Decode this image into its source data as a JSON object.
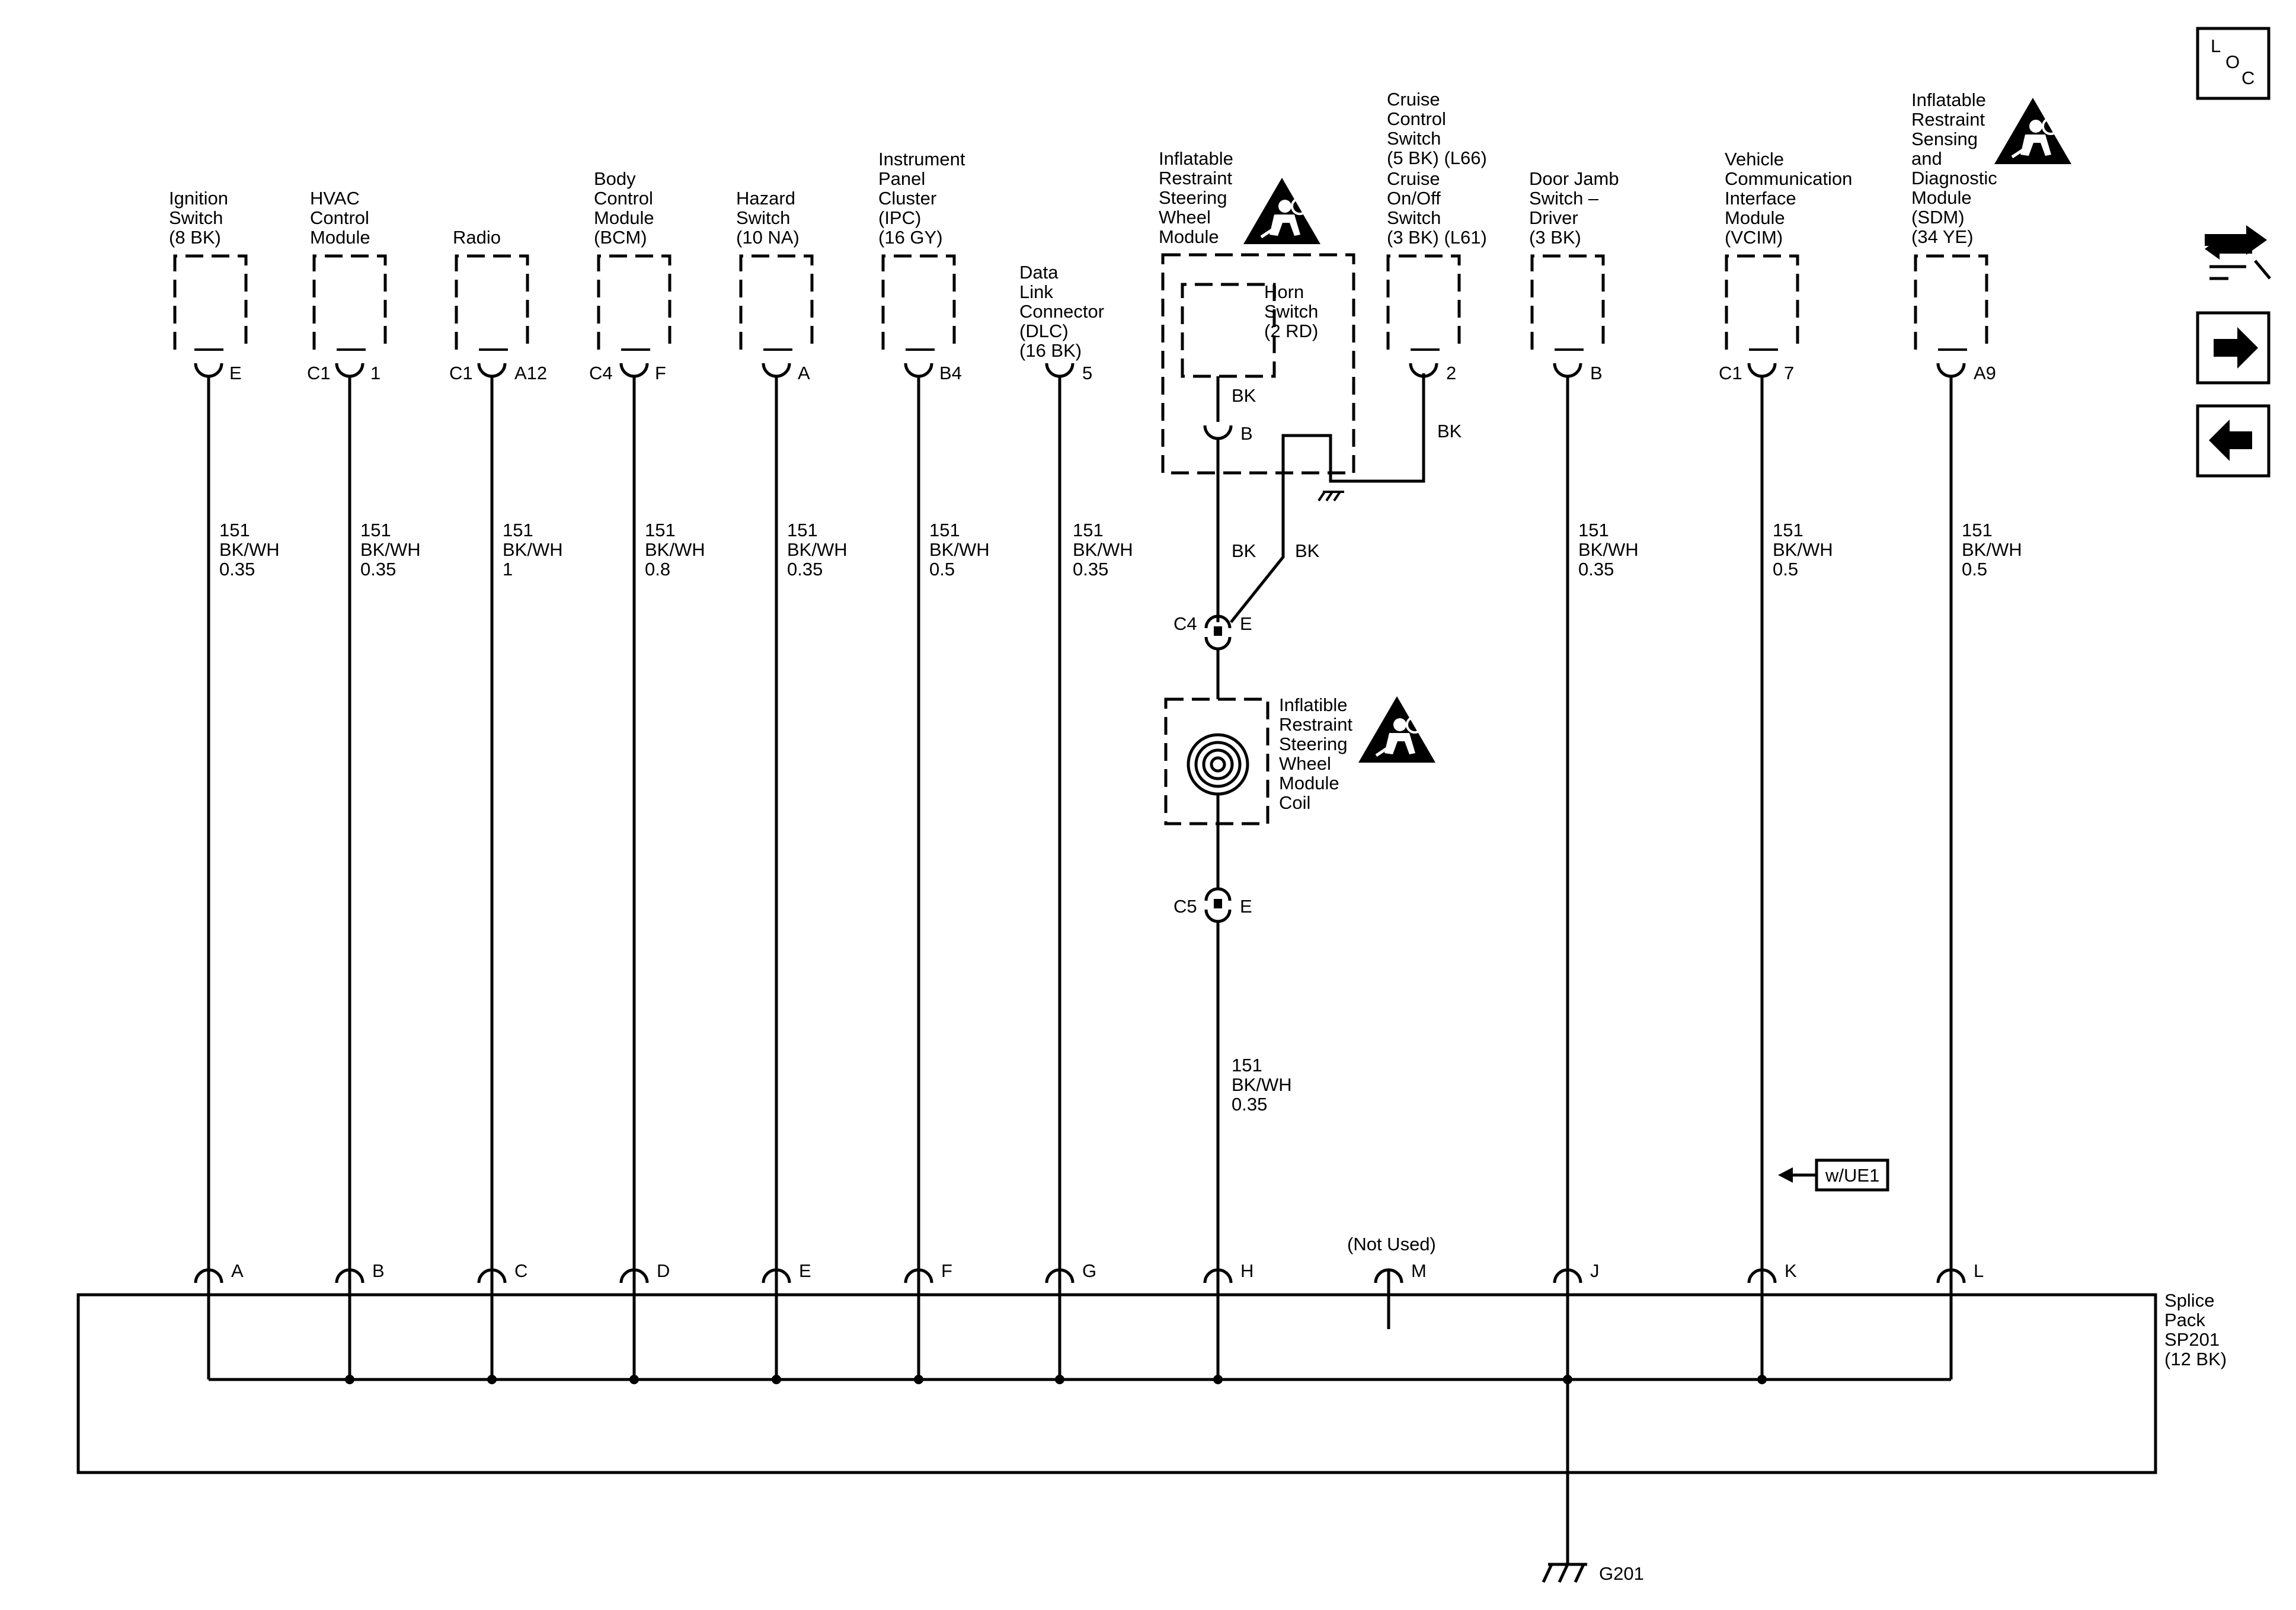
{
  "components": {
    "ignition": [
      "Ignition",
      "Switch",
      "(8 BK)"
    ],
    "hvac": [
      "HVAC",
      "Control",
      "Module"
    ],
    "radio": [
      "Radio"
    ],
    "bcm": [
      "Body",
      "Control",
      "Module",
      "(BCM)"
    ],
    "hazard": [
      "Hazard",
      "Switch",
      "(10 NA)"
    ],
    "ipc": [
      "Instrument",
      "Panel",
      "Cluster",
      "(IPC)",
      "(16 GY)"
    ],
    "dlc": [
      "Data",
      "Link",
      "Connector",
      "(DLC)",
      "(16 BK)"
    ],
    "steering_module": [
      "Inflatable",
      "Restraint",
      "Steering",
      "Wheel",
      "Module"
    ],
    "horn": [
      "Horn",
      "Switch",
      "(2 RD)"
    ],
    "cruise": [
      "Cruise",
      "Control",
      "Switch",
      "(5 BK) (L66)",
      "Cruise",
      "On/Off",
      "Switch",
      "(3 BK) (L61)"
    ],
    "door": [
      "Door Jamb",
      "Switch –",
      "Driver",
      "(3 BK)"
    ],
    "vcim": [
      "Vehicle",
      "Communication",
      "Interface",
      "Module",
      "(VCIM)"
    ],
    "sdm": [
      "Inflatable",
      "Restraint",
      "Sensing",
      "and",
      "Diagnostic",
      "Module",
      "(SDM)",
      "(34 YE)"
    ],
    "coil": [
      "Inflatible",
      "Restraint",
      "Steering",
      "Wheel",
      "Module",
      "Coil"
    ],
    "splice": [
      "Splice",
      "Pack",
      "SP201",
      "(12 BK)"
    ]
  },
  "pins": {
    "ignition": {
      "conn": "",
      "pin": "E"
    },
    "hvac": {
      "conn": "C1",
      "pin": "1"
    },
    "radio": {
      "conn": "C1",
      "pin": "A12"
    },
    "bcm": {
      "conn": "C4",
      "pin": "F"
    },
    "hazard": {
      "conn": "",
      "pin": "A"
    },
    "ipc": {
      "conn": "",
      "pin": "B4"
    },
    "dlc": {
      "conn": "",
      "pin": "5"
    },
    "horn": {
      "conn": "",
      "pin": "B"
    },
    "cruise": {
      "conn": "",
      "pin": "2"
    },
    "door": {
      "conn": "",
      "pin": "B"
    },
    "vcim": {
      "conn": "C1",
      "pin": "7"
    },
    "sdm": {
      "conn": "",
      "pin": "A9"
    }
  },
  "wires": {
    "ignition": [
      "151",
      "BK/WH",
      "0.35"
    ],
    "hvac": [
      "151",
      "BK/WH",
      "0.35"
    ],
    "radio": [
      "151",
      "BK/WH",
      "1"
    ],
    "bcm": [
      "151",
      "BK/WH",
      "0.8"
    ],
    "hazard": [
      "151",
      "BK/WH",
      "0.35"
    ],
    "ipc": [
      "151",
      "BK/WH",
      "0.5"
    ],
    "dlc": [
      "151",
      "BK/WH",
      "0.35"
    ],
    "coil_lower": [
      "151",
      "BK/WH",
      "0.35"
    ],
    "door": [
      "151",
      "BK/WH",
      "0.35"
    ],
    "vcim": [
      "151",
      "BK/WH",
      "0.5"
    ],
    "sdm": [
      "151",
      "BK/WH",
      "0.5"
    ]
  },
  "steering_wires": {
    "horn_wire": "BK",
    "left_wire": "BK",
    "right_wire": "BK",
    "cruise_wire": "BK",
    "c4_conn": "C4",
    "c4_pin": "E",
    "c5_conn": "C5",
    "c5_pin": "E"
  },
  "splice_pins": [
    "A",
    "B",
    "C",
    "D",
    "E",
    "F",
    "G",
    "H",
    "M",
    "J",
    "K",
    "L"
  ],
  "not_used": "(Not Used)",
  "option_tag": "w/UE1",
  "ground": "G201",
  "loc": {
    "l": "L",
    "o": "O",
    "c": "C"
  },
  "nav_icons": [
    "connector-tools-icon",
    "next-page-arrow-icon",
    "previous-page-arrow-icon"
  ]
}
